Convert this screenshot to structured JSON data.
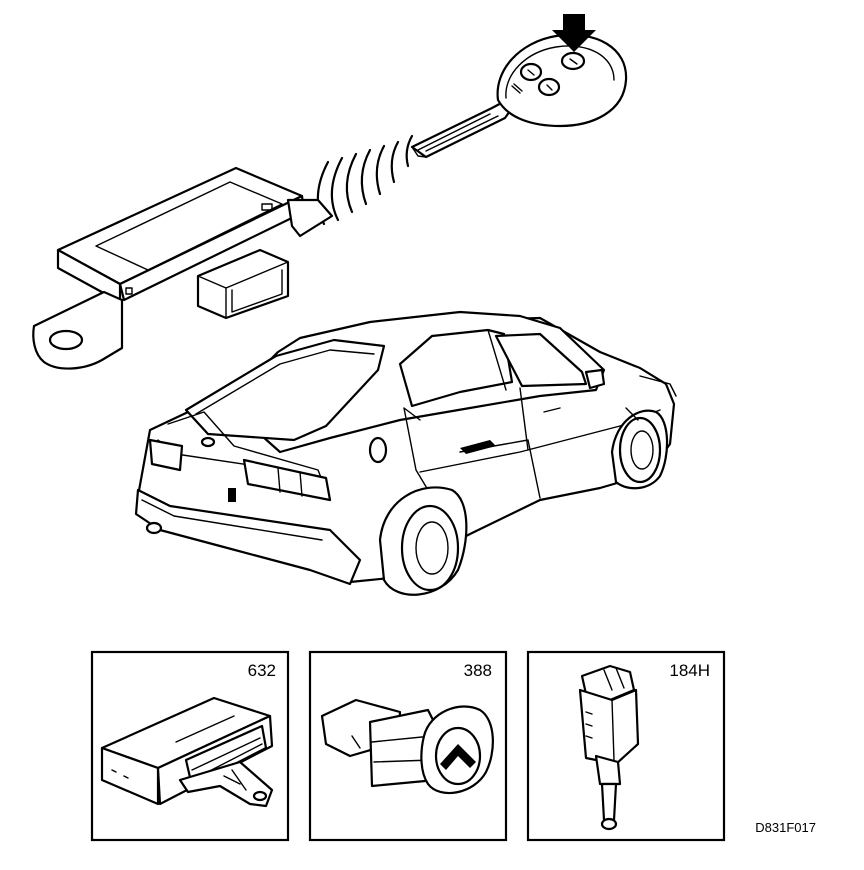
{
  "figure": {
    "reference_code": "D831F017",
    "insets": [
      {
        "label": "632",
        "icon": "control-module-icon"
      },
      {
        "label": "388",
        "icon": "trunk-lock-cylinder-icon"
      },
      {
        "label": "184H",
        "icon": "connector-switch-icon"
      }
    ]
  },
  "main_illustration": {
    "items": [
      "remote-key-fob-icon",
      "receiver-module-icon",
      "signal-waves-icon",
      "hatchback-car-icon",
      "indicator-arrow-icon"
    ]
  }
}
